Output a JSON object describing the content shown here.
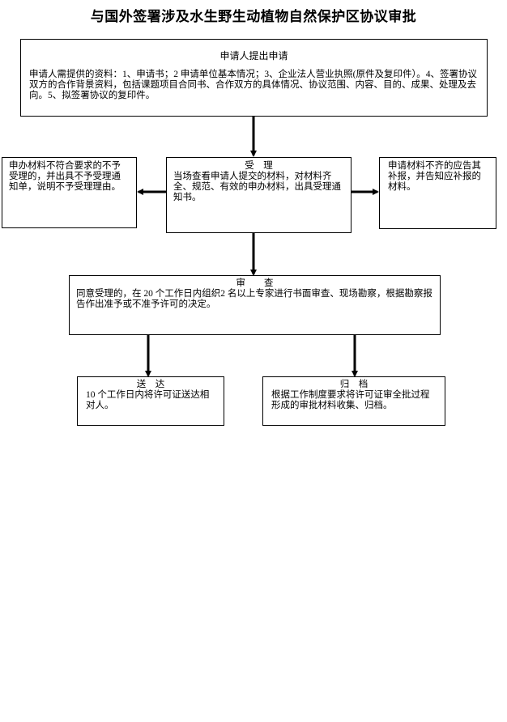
{
  "title": "与国外签署涉及水生野生动植物自然保护区协议审批",
  "steps": {
    "apply": {
      "heading": "申请人提出申请",
      "text": "申请人需提供的资料：1、申请书；2 申请单位基本情况；3、企业法人营业执照(原件及复印件）。4、签署协议双方的合作背景资料，包括课题项目合同书、合作双方的具体情况、协议范围、内容、目的、成果、处理及去向。5、拟签署协议的复印件。"
    },
    "reject": {
      "text": "申办材料不符合要求的不予受理的，并出具不予受理通知单，说明不予受理理由。"
    },
    "accept": {
      "heading": "受　理",
      "text": "当场查看申请人提交的材料，对材料齐全、规范、有效的申办材料，出具受理通知书。"
    },
    "supplement": {
      "text": "申请材料不齐的应告其补报，并告知应补报的材料。"
    },
    "review": {
      "heading": "审　　查",
      "text": "同意受理的，在 20 个工作日内组织2 名以上专家进行书面审查、现场勘察，根据勘察报告作出准予或不准予许可的决定。"
    },
    "deliver": {
      "heading": "送　达",
      "text": "10 个工作日内将许可证送达相对人。"
    },
    "archive": {
      "heading": "归　档",
      "text": "根据工作制度要求将许可证审全批过程形成的审批材料收集、归档。"
    }
  }
}
